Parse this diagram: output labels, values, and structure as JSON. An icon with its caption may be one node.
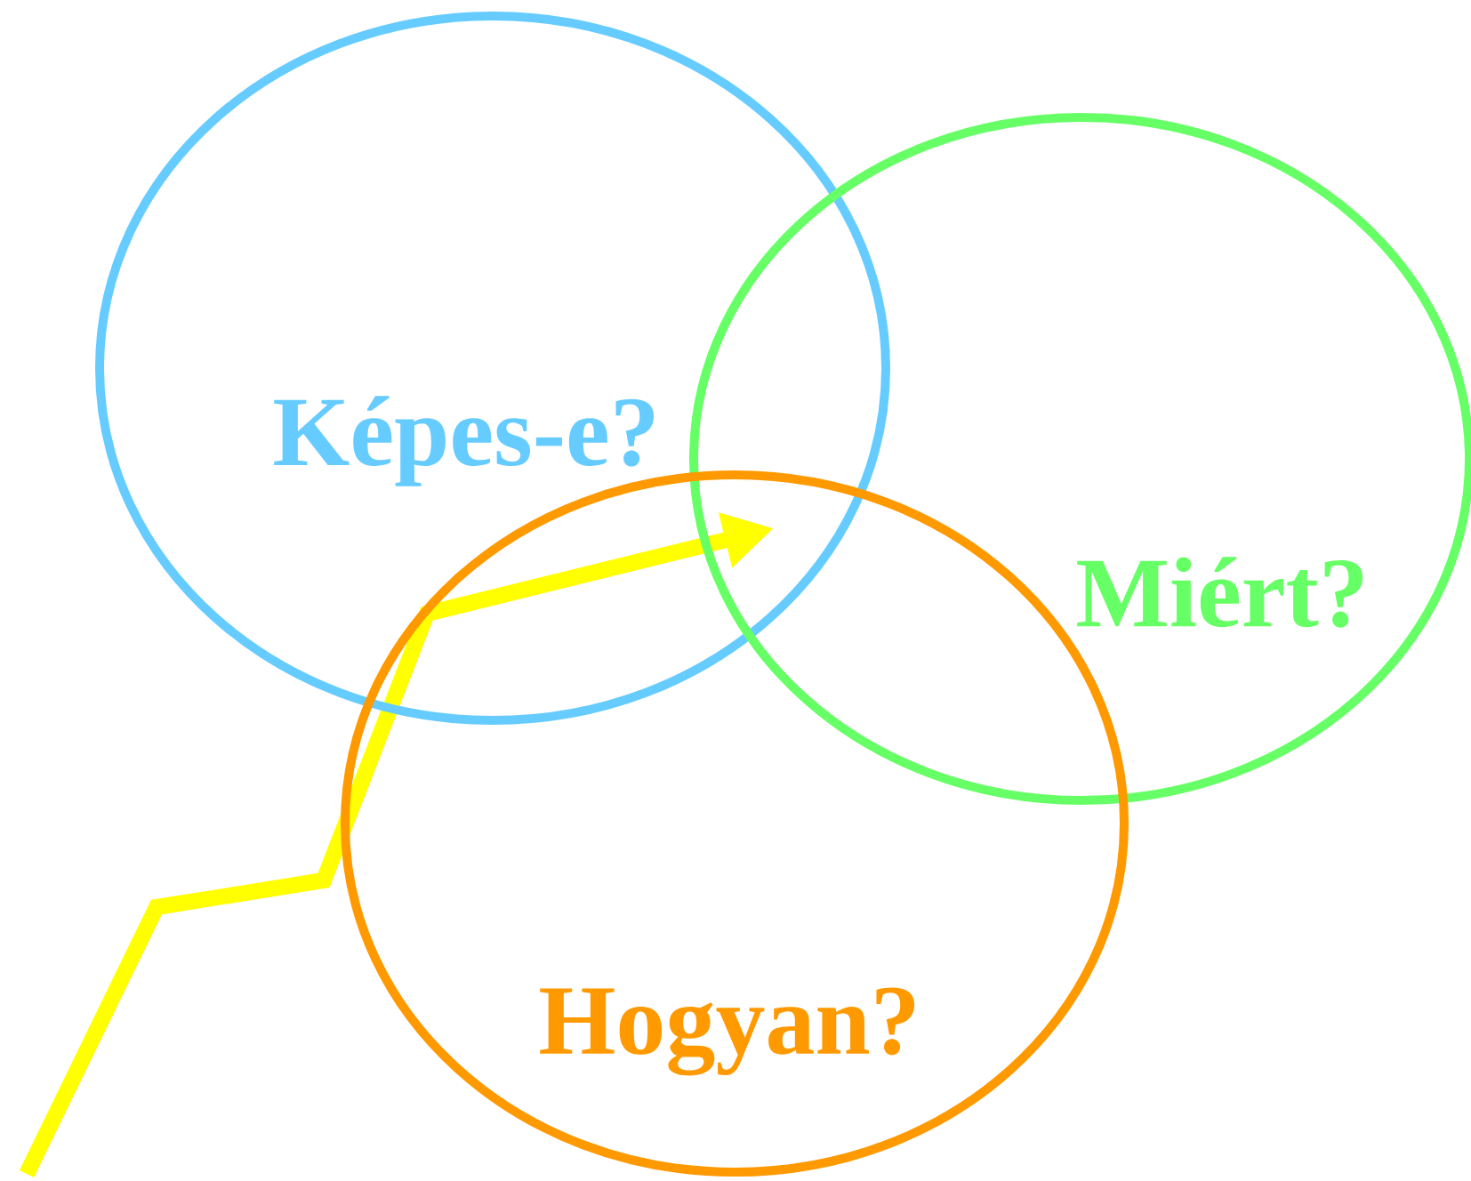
{
  "diagram": {
    "nodes": [
      {
        "text": [
          "Képes-e?"
        ]
      },
      {
        "text": [
          "Miért?"
        ]
      },
      {
        "text": [
          "Hogyan?"
        ]
      }
    ]
  }
}
